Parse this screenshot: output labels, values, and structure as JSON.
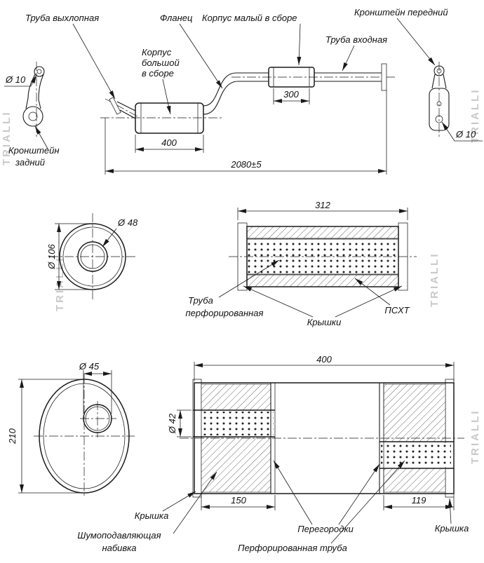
{
  "watermark": "TRIALLI",
  "assembly": {
    "labels": {
      "exhaust_pipe": "Труба выхлопная",
      "flange": "Фланец",
      "small_body": "Корпус малый в сборе",
      "front_bracket": "Кронштейн передний",
      "inlet_pipe": "Труба входная",
      "large_body_1": "Корпус",
      "large_body_2": "большой",
      "large_body_3": "в сборе",
      "rear_bracket_1": "Кронштейн",
      "rear_bracket_2": "задний"
    },
    "dims": {
      "hole_left": "Ø 10",
      "hole_right": "Ø 10",
      "small_body_len": "300",
      "large_body_len": "400",
      "overall_len": "2080±5"
    }
  },
  "small_section": {
    "dims": {
      "shell_dia": "Ø 106",
      "pipe_dia": "Ø 48",
      "length": "312"
    },
    "labels": {
      "perf_pipe_1": "Труба",
      "perf_pipe_2": "перфорированная",
      "covers": "Крышки",
      "material": "ПСХТ"
    }
  },
  "large_section": {
    "dims": {
      "pipe_dia": "Ø 45",
      "height": "210",
      "length": "400",
      "inner_pipe_dia": "Ø 42",
      "left_pipe_len": "150",
      "right_pipe_len": "119"
    },
    "labels": {
      "cover_left": "Крышка",
      "stuffing_1": "Шумоподавляющая",
      "stuffing_2": "набивка",
      "partitions": "Перегородки",
      "perf_pipe": "Перфорированная труба",
      "cover_right": "Крышка"
    }
  }
}
